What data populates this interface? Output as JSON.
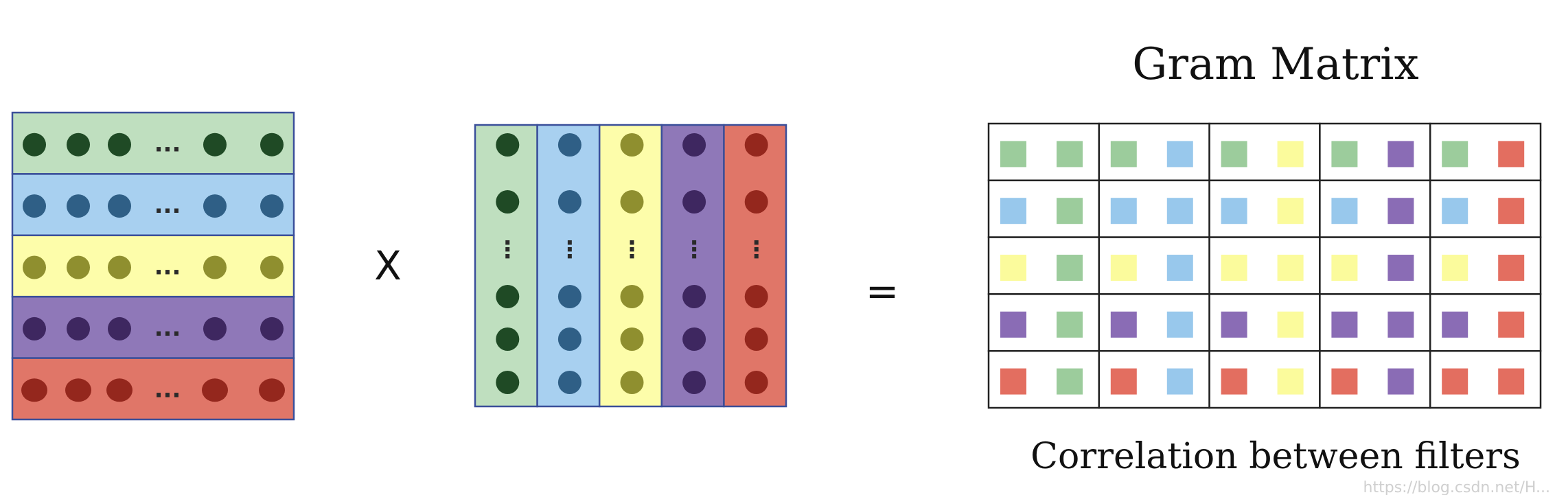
{
  "colors": {
    "filters": [
      {
        "name": "green",
        "fill": "#bfdfbf",
        "dot": "#1f4a25",
        "cell": "#9ccc9c"
      },
      {
        "name": "blue",
        "fill": "#a8d0f0",
        "dot": "#2f5f86",
        "cell": "#98c8ec"
      },
      {
        "name": "yellow",
        "fill": "#fdfdaa",
        "dot": "#8f8f2f",
        "cell": "#fbfb9c"
      },
      {
        "name": "purple",
        "fill": "#8f78b8",
        "dot": "#3e2760",
        "cell": "#8a6cb5"
      },
      {
        "name": "red",
        "fill": "#e07668",
        "dot": "#94271d",
        "cell": "#e36e60"
      }
    ],
    "border": "#3a4f9a"
  },
  "left_matrix": {
    "ellipsis": "..."
  },
  "right_matrix": {
    "vertical_dots": "⋮"
  },
  "operators": {
    "times": "X",
    "equals": "="
  },
  "gram": {
    "title": "Gram Matrix",
    "caption": "Correlation between filters",
    "rows": 5,
    "cols": 5
  },
  "watermark": "https://blog.csdn.net/H..."
}
